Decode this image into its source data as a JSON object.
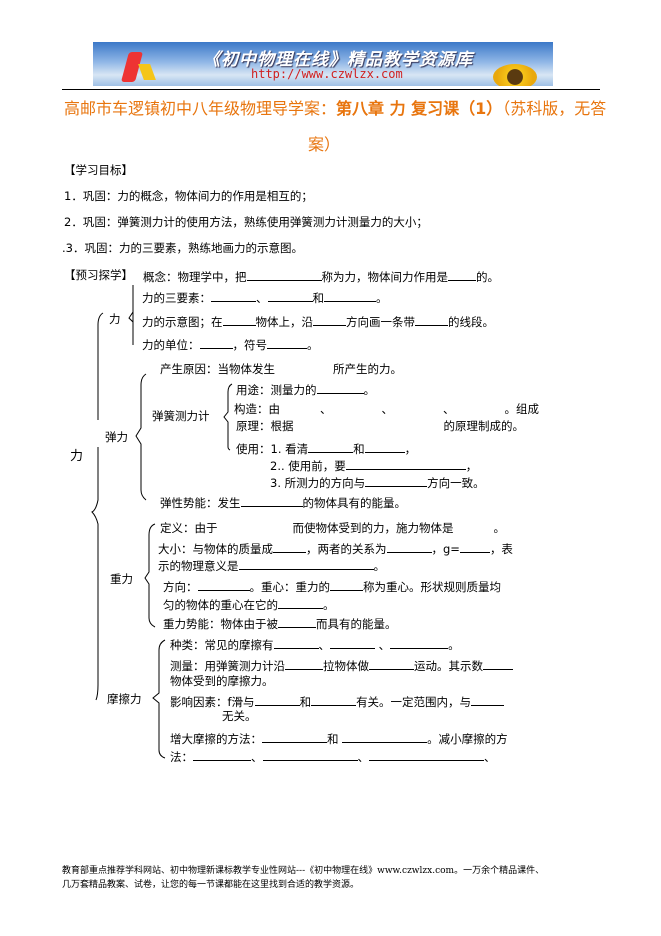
{
  "banner": {
    "title": "《初中物理在线》精品教学资源库",
    "url": "http://www.czwlzx.com"
  },
  "title": {
    "part1": "高邮市车逻镇初中八年级物理导学案：",
    "part2": "第八章 力 复习课（1）",
    "part3": "（苏科版，无答",
    "line2": "案）"
  },
  "goals": {
    "heading": "【学习目标】",
    "items": [
      "1．巩固：力的概念，物体间力的作用是相互的；",
      "2．巩固：弹簧测力计的使用方法，熟练使用弹簧测力计测量力的大小；",
      ".3．巩固：力的三要素，熟练地画力的示意图。"
    ]
  },
  "preview": {
    "heading": "【预习探学】"
  },
  "labels": {
    "force_root": "力",
    "force": "力",
    "elastic": "弹力",
    "spring_scale": "弹簧测力计",
    "gravity": "重力",
    "friction": "摩擦力"
  },
  "lines": {
    "concept": [
      "概念：物理学中，把",
      "称为力，物体间力作用是",
      "的。"
    ],
    "three_elements": [
      "力的三要素：",
      "、",
      "和",
      "。"
    ],
    "diagram": [
      "力的示意图；在",
      "物体上，沿",
      "方向画一条带",
      "的线段。"
    ],
    "unit": [
      "力的单位：",
      "，符号",
      "。"
    ],
    "cause": [
      "产生原因：当物体发生",
      "所产生的力。"
    ],
    "use": [
      "用途：测量力的",
      "。"
    ],
    "structure": [
      "构造：由",
      "、",
      "、",
      "、",
      "。组成"
    ],
    "principle": [
      "原理：根据",
      "的原理制成的。"
    ],
    "usage1": [
      "使用：1. 看清",
      "和",
      "，"
    ],
    "usage2": [
      "2.. 使用前，要",
      "，"
    ],
    "usage3": [
      "3. 所测力的方向与",
      "方向一致。"
    ],
    "elastic_energy": [
      "弹性势能：发生",
      "的物体具有的能量。"
    ],
    "definition": [
      "定义：由于",
      "而使物体受到的力，施力物体是",
      "。"
    ],
    "size": [
      "大小：与物体的质量成",
      "，两者的关系为",
      "，g=",
      "，表"
    ],
    "size2": [
      "示的物理意义是",
      "。"
    ],
    "direction": [
      "方向：",
      "。重心：重力的",
      "称为重心。形状规则质量均"
    ],
    "direction2": [
      "匀的物体的重心在它的",
      "。"
    ],
    "gravity_energy": [
      "重力势能：物体由于被",
      "而具有的能量。"
    ],
    "kinds": [
      "种类：常见的摩擦有",
      "、",
      " 、",
      "。"
    ],
    "measure": [
      "测量：用弹簧测力计沿",
      "拉物体做",
      "运动。其示数",
      ""
    ],
    "measure2": [
      "物体受到的摩擦力。"
    ],
    "factors": [
      "影响因素：f滑与",
      "和",
      "有关。一定范围内，与",
      ""
    ],
    "factors2": [
      "无关。"
    ],
    "increase": [
      "增大摩擦的方法：",
      "和 ",
      "。减小摩擦的方"
    ],
    "increase2": [
      "法：",
      "、",
      "、",
      "、"
    ]
  },
  "footer": [
    "教育部重点推荐学科网站、初中物理新课标教学专业性网站---《初中物理在线》www.czwlzx.com。一万余个精品课件、",
    "几万套精品教案、试卷，让您的每一节课都能在这里找到合适的教学资源。"
  ]
}
